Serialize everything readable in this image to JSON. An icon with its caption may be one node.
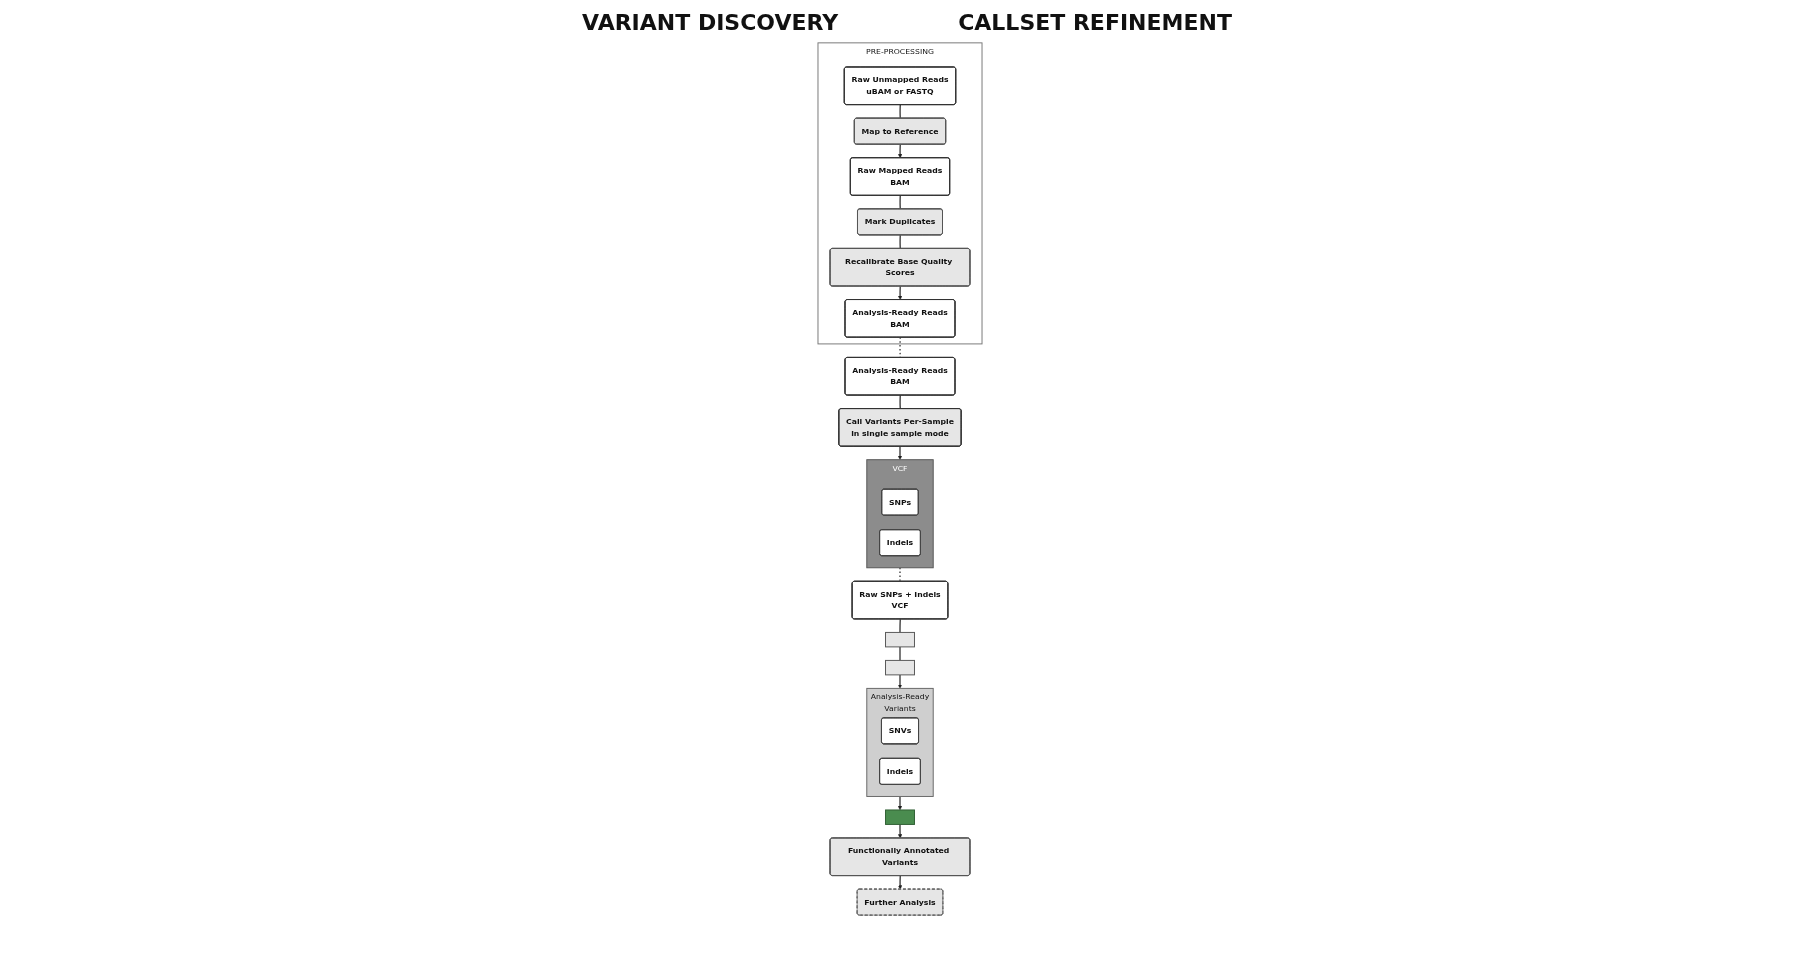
{
  "diagram": {
    "nodes": [
      {
        "text": [
          "PRE-PROCESSING"
        ]
      },
      {
        "text": [
          "Raw Unmapped Reads",
          "uBAM or FASTQ"
        ],
        "in": 0
      },
      {
        "text": [
          "Map to Reference"
        ],
        "in": 0
      },
      {
        "text": [
          "Raw Mapped Reads",
          "BAM"
        ],
        "in": 0
      },
      {
        "text": [
          "Mark Duplicates"
        ],
        "in": 0
      },
      {
        "text": [
          "Recalibrate Base Quality Scores"
        ],
        "in": 0
      },
      {
        "text": [
          "Analysis-Ready Reads",
          "BAM"
        ],
        "in": 0
      },
      {
        "text": [
          "Analysis-Ready Reads",
          "BAM"
        ]
      },
      {
        "text": [
          "Call Variants Per-Sample",
          "in single sample mode"
        ]
      },
      {
        "text": [
          "VCF"
        ]
      },
      {
        "text": [
          "SNPs"
        ],
        "in": 9
      },
      {
        "text": [
          "Indels"
        ],
        "in": 9
      },
      {
        "text": [
          "Raw SNPs + Indels",
          "VCF"
        ]
      },
      {
        "text": [],
        "shape": "box"
      },
      {
        "text": [],
        "shape": "box"
      },
      {
        "text": [
          "Analysis-Ready",
          "Variants"
        ]
      },
      {
        "text": [
          "SNVs"
        ],
        "in": 15
      },
      {
        "text": [
          "Indels"
        ],
        "in": 15
      },
      {
        "text": [],
        "shape": "box"
      },
      {
        "text": [
          "Functionally Annotated Variants"
        ]
      },
      {
        "text": [
          "Further Analysis"
        ]
      }
    ],
    "edges": [
      {
        "from": 1,
        "to": 2,
        "arrow": "none"
      },
      {
        "from": 2,
        "to": 3,
        "arrow": "to"
      },
      {
        "from": 3,
        "to": 4,
        "arrow": "none"
      },
      {
        "from": 4,
        "to": 5,
        "arrow": "none"
      },
      {
        "from": 5,
        "to": 6,
        "arrow": "to"
      },
      {
        "from": 6,
        "to": 7,
        "arrow": "none",
        "style": "dashed"
      },
      {
        "from": 7,
        "to": 8,
        "arrow": "none"
      },
      {
        "from": 8,
        "to": 9,
        "arrow": "to"
      },
      {
        "from": 9,
        "to": 12,
        "arrow": "none",
        "style": "dashed"
      },
      {
        "from": 12,
        "to": 13,
        "arrow": "none"
      },
      {
        "from": 13,
        "to": 14,
        "arrow": "none"
      },
      {
        "from": 14,
        "to": 15,
        "arrow": "to"
      },
      {
        "from": 15,
        "to": 18,
        "arrow": "to"
      },
      {
        "from": 18,
        "to": 19,
        "arrow": "to"
      },
      {
        "from": 19,
        "to": 20,
        "arrow": "to"
      }
    ],
    "labels": [
      "VARIANT DISCOVERY",
      "CALLSET REFINEMENT"
    ]
  }
}
